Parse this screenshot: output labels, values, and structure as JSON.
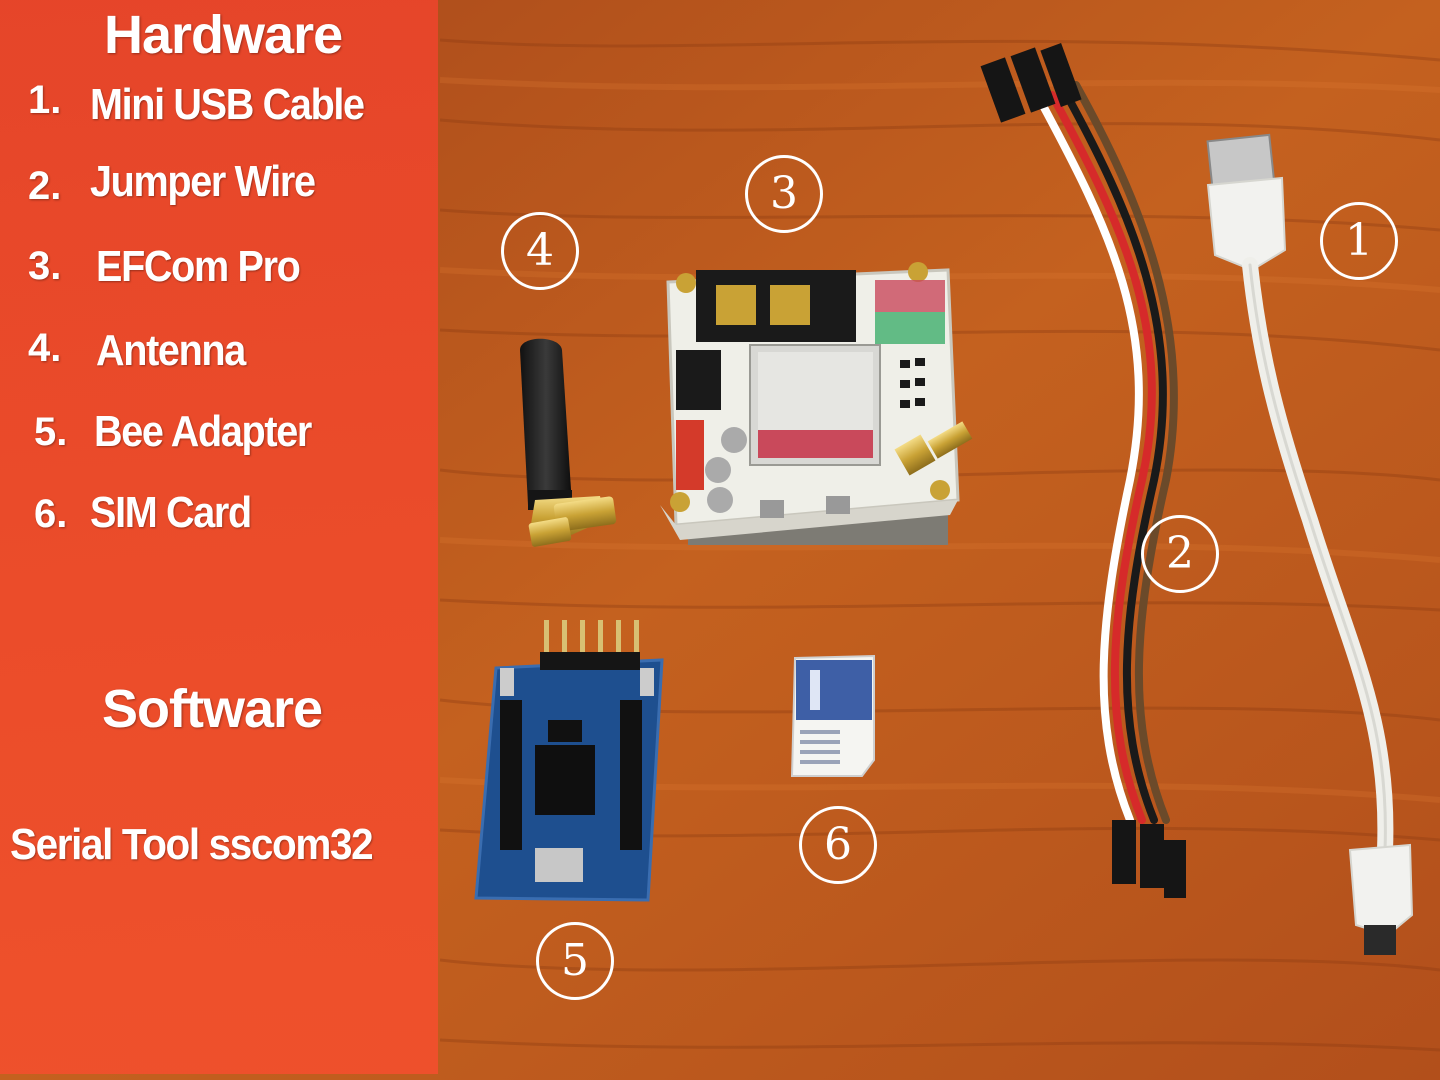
{
  "hardware": {
    "title": "Hardware",
    "items": [
      {
        "num": "1.",
        "label": "Mini  USB Cable"
      },
      {
        "num": "2.",
        "label": "Jumper Wire"
      },
      {
        "num": "3.",
        "label": "EFCom Pro"
      },
      {
        "num": "4.",
        "label": "Antenna"
      },
      {
        "num": "5.",
        "label": "Bee Adapter"
      },
      {
        "num": "6.",
        "label": "SIM Card"
      }
    ]
  },
  "software": {
    "title": "Software",
    "item": "Serial  Tool  sscom32"
  },
  "markers": [
    "1",
    "2",
    "3",
    "4",
    "5",
    "6"
  ],
  "colors": {
    "panel": "#e8452a",
    "wood": "#b9561f",
    "pcb_blue": "#1e4f8f",
    "board_white": "#efefe8"
  }
}
